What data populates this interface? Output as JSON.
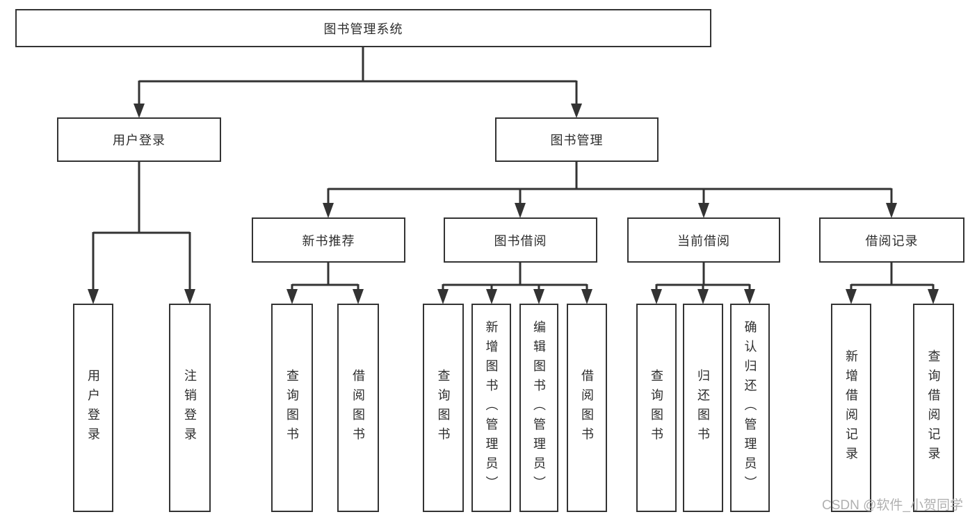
{
  "diagram": {
    "root": {
      "label": "图书管理系统"
    },
    "branches": [
      {
        "label": "用户登录",
        "children": [
          {
            "label": "用户登录"
          },
          {
            "label": "注销登录"
          }
        ]
      },
      {
        "label": "图书管理",
        "children": [
          {
            "label": "新书推荐",
            "children": [
              {
                "label": "查询图书"
              },
              {
                "label": "借阅图书"
              }
            ]
          },
          {
            "label": "图书借阅",
            "children": [
              {
                "label": "查询图书"
              },
              {
                "label": "新增图书（管理员）"
              },
              {
                "label": "编辑图书（管理员）"
              },
              {
                "label": "借阅图书"
              }
            ]
          },
          {
            "label": "当前借阅",
            "children": [
              {
                "label": "查询图书"
              },
              {
                "label": "归还图书"
              },
              {
                "label": "确认归还（管理员）"
              }
            ]
          },
          {
            "label": "借阅记录",
            "children": [
              {
                "label": "新增借阅记录"
              },
              {
                "label": "查询借阅记录"
              }
            ]
          }
        ]
      }
    ]
  },
  "watermark": {
    "text": "CSDN @软件_小贺同学"
  },
  "colors": {
    "line": "#333333",
    "text": "#2d2d2d",
    "box_bg": "#ffffff",
    "watermark": "#b0b0b0"
  }
}
